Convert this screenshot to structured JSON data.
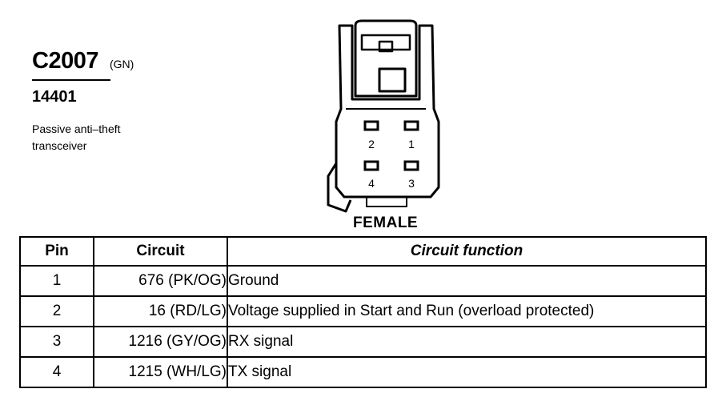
{
  "connector": {
    "id": "C2007",
    "color_code": "(GN)",
    "part_number": "14401",
    "description": "Passive anti–theft transceiver",
    "gender": "FEMALE",
    "cavities": [
      "2",
      "1",
      "4",
      "3"
    ]
  },
  "table": {
    "headers": {
      "pin": "Pin",
      "circuit": "Circuit",
      "function": "Circuit function"
    },
    "rows": [
      {
        "pin": "1",
        "circuit": "676 (PK/OG)",
        "function": "Ground"
      },
      {
        "pin": "2",
        "circuit": "16 (RD/LG)",
        "function": "Voltage supplied in Start and Run (overload protected)"
      },
      {
        "pin": "3",
        "circuit": "1216 (GY/OG)",
        "function": "RX signal"
      },
      {
        "pin": "4",
        "circuit": "1215 (WH/LG)",
        "function": "TX signal"
      }
    ]
  }
}
